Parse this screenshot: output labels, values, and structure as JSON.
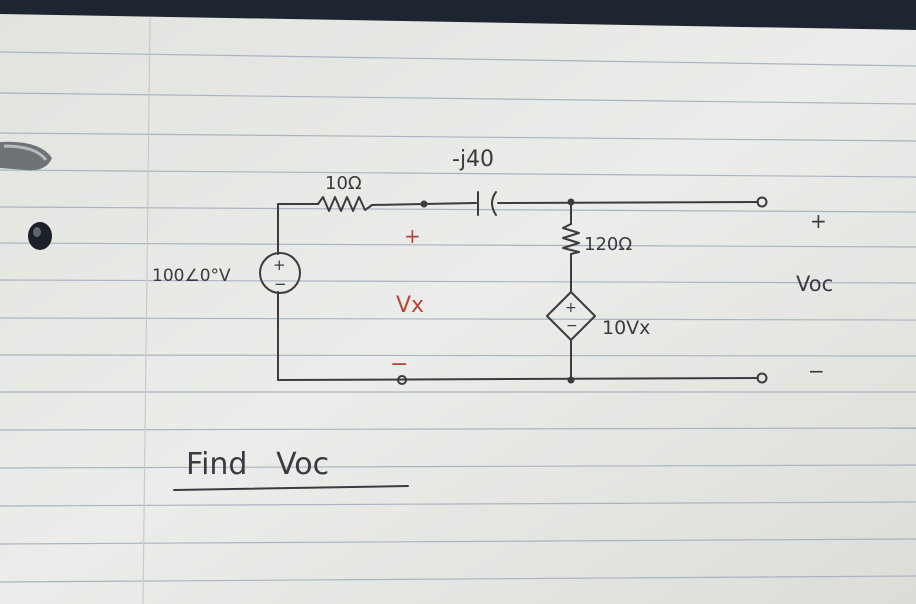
{
  "diagram": {
    "source_label": "100∠0°V",
    "source_plus": "+",
    "source_minus": "−",
    "resistor1_label": "10Ω",
    "capacitor_label": "-j40",
    "resistor2_label": "120Ω",
    "dependent_source_label": "10Vx",
    "dependent_plus": "+",
    "dependent_minus": "−",
    "vx_label": "Vx",
    "vx_plus": "+",
    "vx_minus": "−",
    "voc_label": "Voc",
    "voc_plus": "+",
    "voc_minus": "−"
  },
  "caption": {
    "text": "Find   Voc"
  },
  "colors": {
    "paper": "#e9eae6",
    "rule_line": "#a9b4c2",
    "ink": "#3b3b40",
    "red_ink": "#c0463f",
    "binder": "#1d2630"
  }
}
